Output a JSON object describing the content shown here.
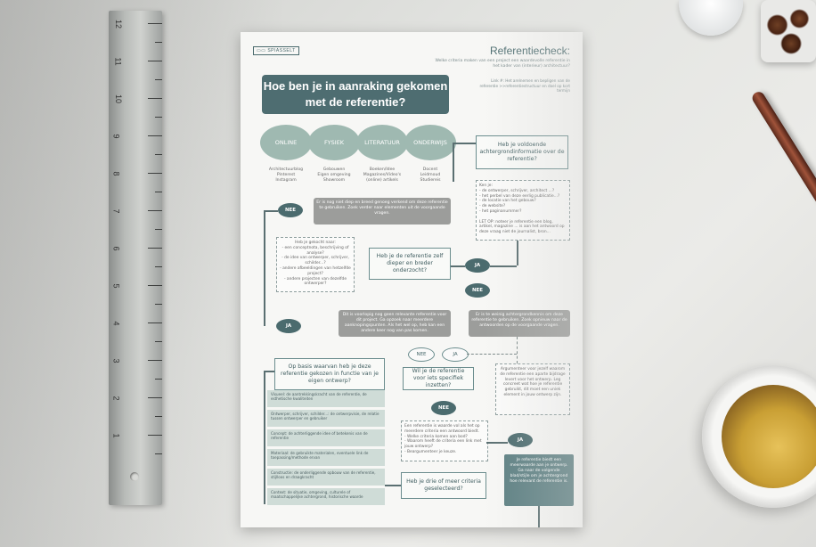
{
  "ruler": {
    "numbers": [
      "12",
      "11",
      "10",
      "9",
      "8",
      "7",
      "6",
      "5",
      "4",
      "3",
      "2",
      "1"
    ]
  },
  "poster": {
    "brand": "▭▭ SPIASSELT",
    "title": "Referentiecheck:",
    "subtitle": "Welke criteria maken van een project een waardevolle referentie in het kader van (interieur) architectuur?",
    "note": "Link #: Het arelnemen en bepligen van de referentie >>referentiestructuur en doel op kort termijn",
    "banner": "Hoe ben je in aanraking gekomen met de referentie?",
    "categories": [
      {
        "label": "ONLINE",
        "sub": "Architectuurblog\nPinterest\nInstagram"
      },
      {
        "label": "FYSIEK",
        "sub": "Gebouwen\nEigen omgeving\nShowroom"
      },
      {
        "label": "LITERATUUR",
        "sub": "Boeken/Idee\nMagazines/Video's\n(online) artikels"
      },
      {
        "label": "ONDERWIJS",
        "sub": "Docent\nLeidmoud\nStudiereis"
      }
    ],
    "q_background": "Heb je voldoende achtergrondinformatie over de referentie?",
    "q_deeper": "Heb je de referentie zelf dieper en breder onderzocht?",
    "q_basis": "Op basis waarvan heb je deze referentie gekozen in functie van je eigen ontwerp?",
    "q_specific": "Wil je de referentie voor iets specifiek inzetten?",
    "q_three": "Heb je drie of meer criteria geselecteerd?",
    "yes": "JA",
    "no": "NEE",
    "gray_top": "Er is nog niet diep en breed genoeg verkend om deze referentie te gebruiken. Zoek verder naar elementen uit de voorgaande vragen.",
    "gray_mid_left": "Dit is voorlopig nog geen relevante referentie voor dit project. Ga opzoek naar meerdere aanknopingspunten. Als het wel op, heb kan een andere keer nog van pas komen.",
    "gray_mid_right": "Er is te weinig achtergrondkennis om deze referentie te gebruiken. Zoek opnieuw naar de antwoorden op de voorgaande vragen.",
    "dashed_info": "Ken je:\n- de ontwerper, schrijver, architect ...?\n- het perbel van deze eerlig publicatie...?\n- de locatie van het gebouw?\n- de website?\n- het paginanummer?\n\nLET OP: noteer je referentie een blog, artikel, magazine ... is aan het antwoord op deze vraag niet de journalist, bron...",
    "dashed_check": "Heb je gekocht naar:\n- een conceptnota, beschrijving of analyse?\n- de idee van ontwerper, schrijver, schilder...?\n- andere afbeeldingen van hetzelfde project?\n- andere projecten van dezelfde ontwerper?",
    "dashed_argument": "Argumenteer voor jezelf waarom de referentie een aparte bijdrage levert voor het ontwerp. Leg concreet wat hoe je referentie gebruikt, dit moet een uniek element in jouw ontwerp zijn.",
    "dashed_value": "Een referentie is waarde vol als het op meerdere criteria een antwoord biedt.\n- Welke criteria komen aan bod?\n- Waarom heeft de criteria een link met jouw ontwerp?\n- Beargumenteer je keuze.",
    "criteria": [
      "Visueel: de aantrekkingskracht van de referentie, de esthetische kwaliteiten",
      "Ontwerper, schrijver, schilder...: de ontwerpvisie, de relatie tussen ontwerper en gebruiker",
      "Concept: de achterliggende idee of betekenis van de referentie",
      "Materiaal: de gebruikte materialen, eventuele link de toepassing/methode ervan",
      "Constructie: de onderliggende opbouw van de referentie, stijlloos en draagkracht",
      "Context: de situatie, omgeving, culturele of maatschappelijke achtergrond, historische waarde"
    ],
    "teal_final": "Je referentie biedt een meerwaarde aan je ontwerp. Ga naar de volgende blad/stijle om je achtergrond hoe relevant de referentie is."
  },
  "colors": {
    "teal_dark": "#4e6d71",
    "teal_light": "#9fb9b1",
    "gray": "#9c9d9b",
    "paper": "#f7f7f5"
  }
}
